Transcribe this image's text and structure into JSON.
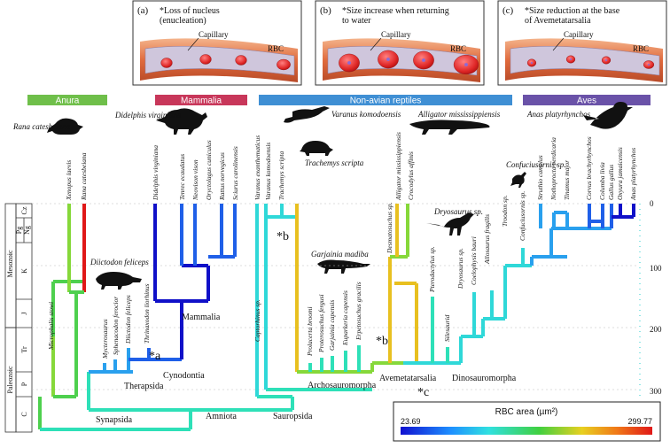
{
  "panels": [
    {
      "id": "a",
      "letter": "(a)",
      "caption": "*Loss of nucleus (enucleation)",
      "capillary_label": "Capillary",
      "rbc_label": "RBC"
    },
    {
      "id": "b",
      "letter": "(b)",
      "caption": "*Size increase when returning to water",
      "capillary_label": "Capillary",
      "rbc_label": "RBC"
    },
    {
      "id": "c",
      "letter": "(c)",
      "caption": "*Size reduction at the base of Avemetatarsalia",
      "capillary_label": "Capillary",
      "rbc_label": "RBC"
    }
  ],
  "group_headers": [
    {
      "label": "Anura",
      "color": "#6fbf4a"
    },
    {
      "label": "Mammalia",
      "color": "#c8375a"
    },
    {
      "label": "Non-avian reptiles",
      "color": "#3f8fd4"
    },
    {
      "label": "Aves",
      "color": "#6a52a8"
    }
  ],
  "taxa": [
    "Microphalis stowi",
    "Xenopus laevis",
    "Rana catesbeiana",
    "Mycterosaurus",
    "Sphenacodon ferocior",
    "Diictodon feliceps",
    "Thrinaxodon liorhinus",
    "Didelphis virginiana",
    "Tenrec ecaudatus",
    "Neovison vison",
    "Oryctolagus cuniculus",
    "Rattus norvegicus",
    "Sciurus carolinensis",
    "Captorhinus sp.",
    "Varanus exanthematicus",
    "Varanus komodoensis",
    "Trachemys scripta",
    "Prolacerta broomi",
    "Proterosuchus fergusi",
    "Garjainia capensis",
    "Euparkeria capensis",
    "Erpetosuchus gracilis",
    "Desmatosuchus sp.",
    "Alligator mississippiensis",
    "Crocodylus affinis",
    "Pterodactylus sp.",
    "Silesaurid",
    "Dryosaurus sp.",
    "Coelophysis bauri",
    "Allosaurus fragilis",
    "Troodon sp.",
    "Confuciusornis sp.",
    "Struthio camelus",
    "Nothoprocta perdicaria",
    "Tinamus major",
    "Corvus brachyrhynchos",
    "Columba livia",
    "Gallus gallus",
    "Oxyura jamaicensis",
    "Anas platyrhynchos"
  ],
  "silhouette_labels": [
    "Rana catesbeiana",
    "Didelphis virginiana",
    "Varanus komodoensis",
    "Trachemys scripta",
    "Alligator mississippiensis",
    "Anas platyrhynchos",
    "Diictodon feliceps",
    "Garjainia madiba",
    "Dryosaurus sp.",
    "Confuciusornis sp."
  ],
  "clade_labels": [
    "Mammalia",
    "Cynodontia",
    "Therapsida",
    "Synapsida",
    "Amniota",
    "Sauropsida",
    "Archosauromorpha",
    "Avemetatarsalia",
    "Dinosauromorpha"
  ],
  "event_markers": [
    "*a",
    "*b",
    "*b",
    "*c"
  ],
  "time_scale": {
    "era_labels": [
      "Mesozoic",
      "Paleozoic"
    ],
    "period_labels": [
      "Cz",
      "Pg",
      "Ng",
      "K",
      "J",
      "Tr",
      "P",
      "C"
    ],
    "axis_ticks": [
      "0",
      "100",
      "200",
      "300"
    ]
  },
  "colorbar": {
    "title": "RBC area (µm²)",
    "min_label": "23.69",
    "max_label": "299.77"
  }
}
